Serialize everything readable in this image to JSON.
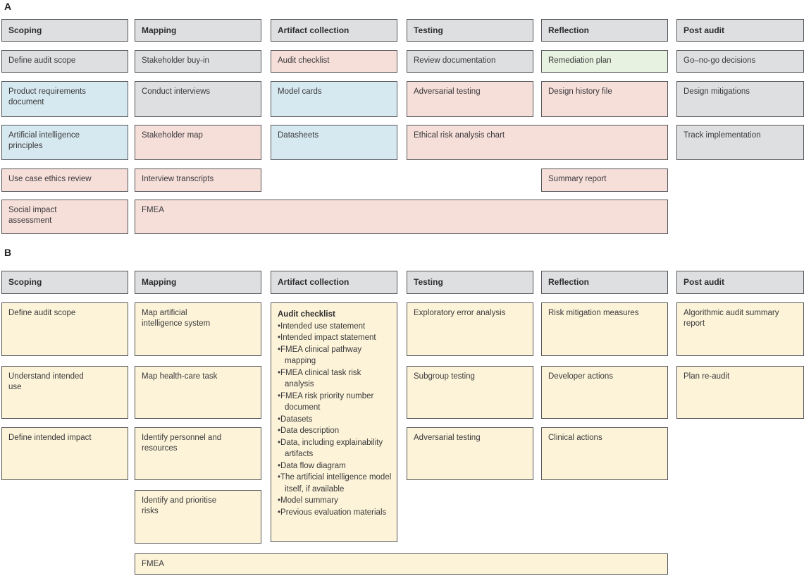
{
  "colors": {
    "grey": "#dedfe0",
    "blue": "#d7e9f0",
    "pink": "#f6ded9",
    "green": "#e8f2e0",
    "cream": "#fcf3d8",
    "border": "#55565a",
    "text": "#3a3a3c"
  },
  "panelA": {
    "label": "A",
    "headers": [
      "Scoping",
      "Mapping",
      "Artifact collection",
      "Testing",
      "Reflection",
      "Post audit"
    ],
    "scoping": [
      "Define audit scope",
      "Product requirements\ndocument",
      "Artificial intelligence\nprinciples",
      "Use case ethics review",
      "Social impact\nassessment"
    ],
    "mapping": [
      "Stakeholder buy-in",
      "Conduct interviews",
      "Stakeholder map",
      "Interview transcripts"
    ],
    "artifact_collection": [
      "Audit checklist",
      "Model cards",
      "Datasheets"
    ],
    "testing": [
      "Review documentation",
      "Adversarial testing",
      "Ethical risk analysis chart"
    ],
    "reflection": [
      "Remediation plan",
      "Design history file",
      "Summary report"
    ],
    "post_audit": [
      "Go–no-go decisions",
      "Design mitigations",
      "Track implementation"
    ],
    "fmea": "FMEA"
  },
  "panelB": {
    "label": "B",
    "headers": [
      "Scoping",
      "Mapping",
      "Artifact collection",
      "Testing",
      "Reflection",
      "Post audit"
    ],
    "scoping": [
      "Define audit scope",
      "Understand intended\nuse",
      "Define intended impact"
    ],
    "mapping": [
      "Map artificial\nintelligence system",
      "Map health-care task",
      "Identify personnel and\nresources",
      "Identify and prioritise\nrisks"
    ],
    "checklist": {
      "title": "Audit checklist",
      "items": [
        "Intended use statement",
        "Intended impact statement",
        "FMEA clinical pathway mapping",
        "FMEA clinical task risk analysis",
        "FMEA risk priority number document",
        "Datasets",
        "Data description",
        "Data, including explainability artifacts",
        "Data flow diagram",
        "The artificial intelligence model itself, if available",
        "Model summary",
        "Previous evaluation materials"
      ]
    },
    "testing": [
      "Exploratory error analysis",
      "Subgroup testing",
      "Adversarial testing"
    ],
    "reflection": [
      "Risk mitigation measures",
      "Developer actions",
      "Clinical actions"
    ],
    "post_audit": [
      "Algorithmic audit summary\nreport",
      "Plan re-audit"
    ],
    "fmea": "FMEA"
  }
}
